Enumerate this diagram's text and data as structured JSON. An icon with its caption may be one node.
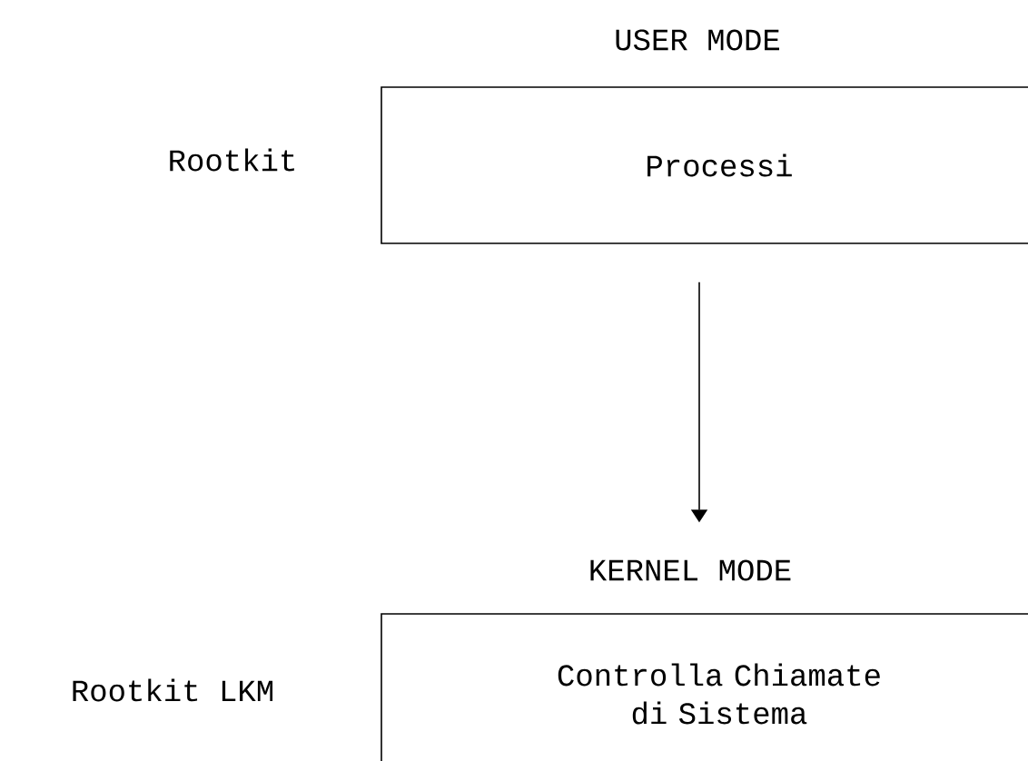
{
  "diagram": {
    "nodes": [
      {
        "text": [
          "USER MODE",
          "Processi"
        ],
        "beside": [
          "Rootkit"
        ]
      },
      {
        "text": [
          "KERNEL MODE",
          "Controlla Chiamate di Sistema"
        ],
        "beside": [
          "Rootkit LKM"
        ]
      }
    ],
    "edges": [
      {
        "from": 0,
        "to": 1,
        "arrow": "to"
      }
    ]
  }
}
